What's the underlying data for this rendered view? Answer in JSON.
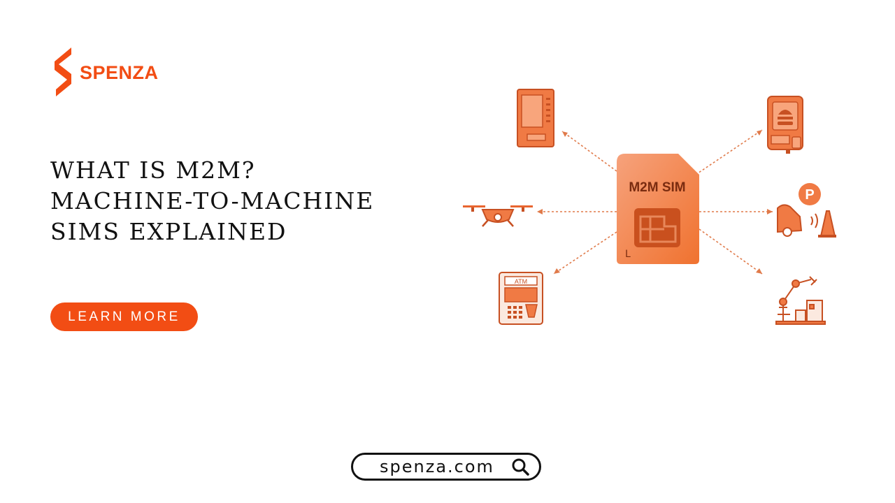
{
  "brand": {
    "name": "SPENZA",
    "accent": "#f24d14"
  },
  "headline": {
    "lines": [
      "WHAT IS M2M?",
      "MACHINE-TO-MACHINE",
      "SIMS EXPLAINED"
    ]
  },
  "cta": {
    "label": "LEARN MORE"
  },
  "search": {
    "text": "spenza.com",
    "icon": "search-icon"
  },
  "illustration": {
    "sim_label": "M2M SIM",
    "sim_corner_letter": "L",
    "atm_label": "ATM",
    "parking_label": "P",
    "icons": [
      "vending-machine-icon",
      "kiosk-icon",
      "drone-icon",
      "parking-car-icon",
      "atm-icon",
      "robot-arm-icon",
      "sim-card-icon"
    ]
  }
}
